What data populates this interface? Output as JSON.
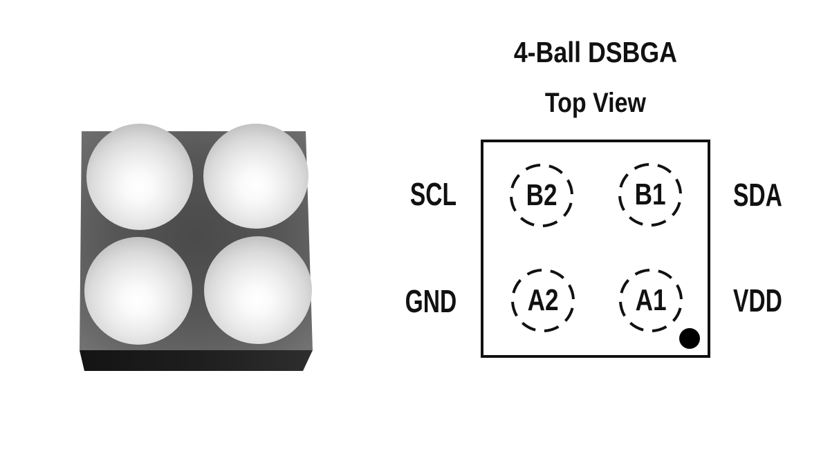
{
  "figure": {
    "title": "4-Ball DSBGA",
    "subtitle": "Top View"
  },
  "package_render": {
    "description": "3d-render-of-4-ball-dsbga-package",
    "ball_count": 4,
    "rows": 2,
    "columns": 2
  },
  "pinout": {
    "balls": [
      {
        "id": "B2",
        "signal": "SCL",
        "position": "top-left"
      },
      {
        "id": "B1",
        "signal": "SDA",
        "position": "top-right"
      },
      {
        "id": "A2",
        "signal": "GND",
        "position": "bottom-left"
      },
      {
        "id": "A1",
        "signal": "VDD",
        "position": "bottom-right"
      }
    ],
    "pin1_indicator": {
      "shape": "filled-dot",
      "location": "bottom-right-corner-near-A1"
    }
  },
  "colors": {
    "background": "#ffffff",
    "line": "#111111",
    "text": "#111111",
    "package_top": "#5a5a5a",
    "package_side": "#1f1f1f",
    "solder_ball": "#e0e0e0",
    "pin1_dot": "#000000"
  }
}
